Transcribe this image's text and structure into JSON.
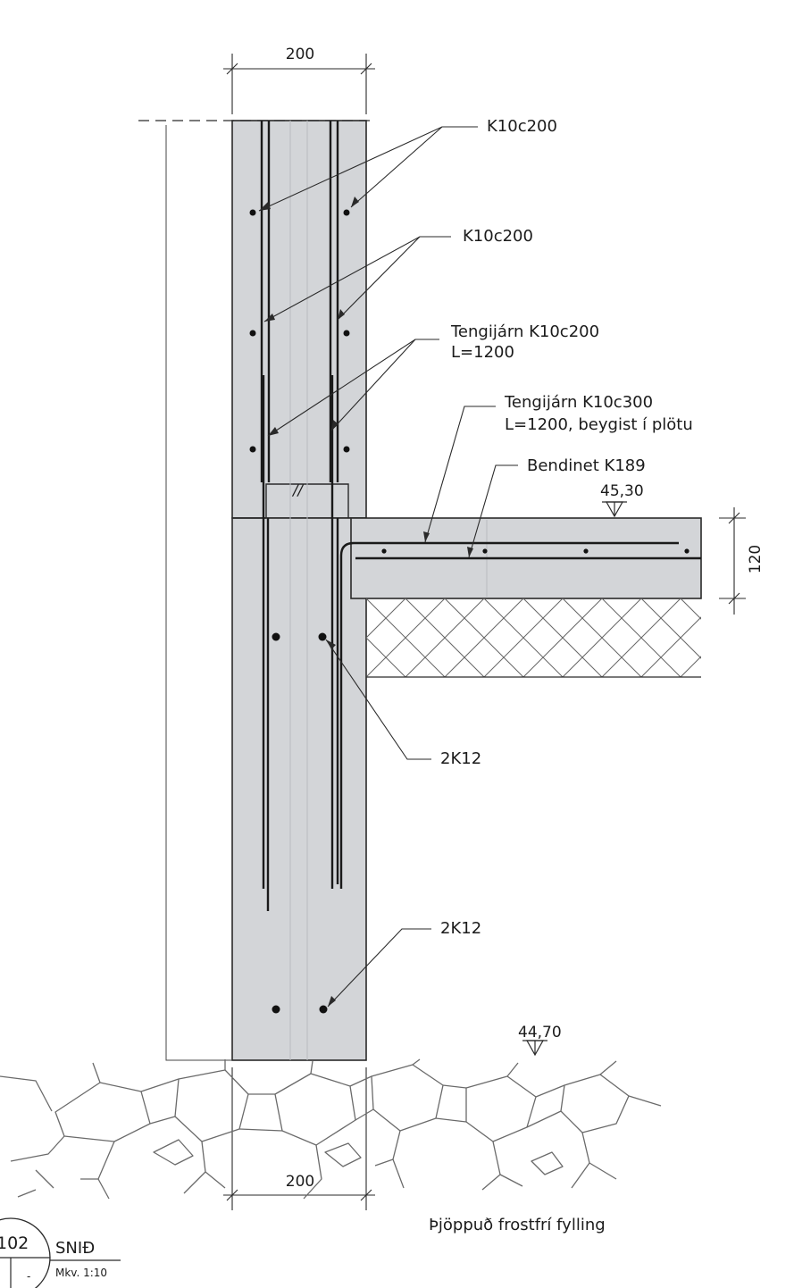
{
  "labels": {
    "dim_top": "200",
    "dim_bottom": "200",
    "dim_slab": "120",
    "rebar_1": "K10c200",
    "rebar_2": "K10c200",
    "connect_1_line1": "Tengijárn K10c200",
    "connect_1_line2": "L=1200",
    "connect_2_line1": "Tengijárn K10c300",
    "connect_2_line2": "L=1200, beygist í plötu",
    "mesh": "Bendinet K189",
    "level_slab": "45,30",
    "level_ground": "44,70",
    "bars_mid": "2K12",
    "bars_bottom": "2K12",
    "fill": "Þjöppuð frostfrí fylling",
    "joint_mark": "//"
  },
  "title_block": {
    "number": "102",
    "sub": "-",
    "title": "SNIÐ",
    "scale": "Mkv. 1:10"
  },
  "colors": {
    "concrete": "#d3d5d8",
    "line": "#2a2a2a",
    "rebar": "#1a1a1a",
    "fill_line": "#6a6a6a"
  }
}
